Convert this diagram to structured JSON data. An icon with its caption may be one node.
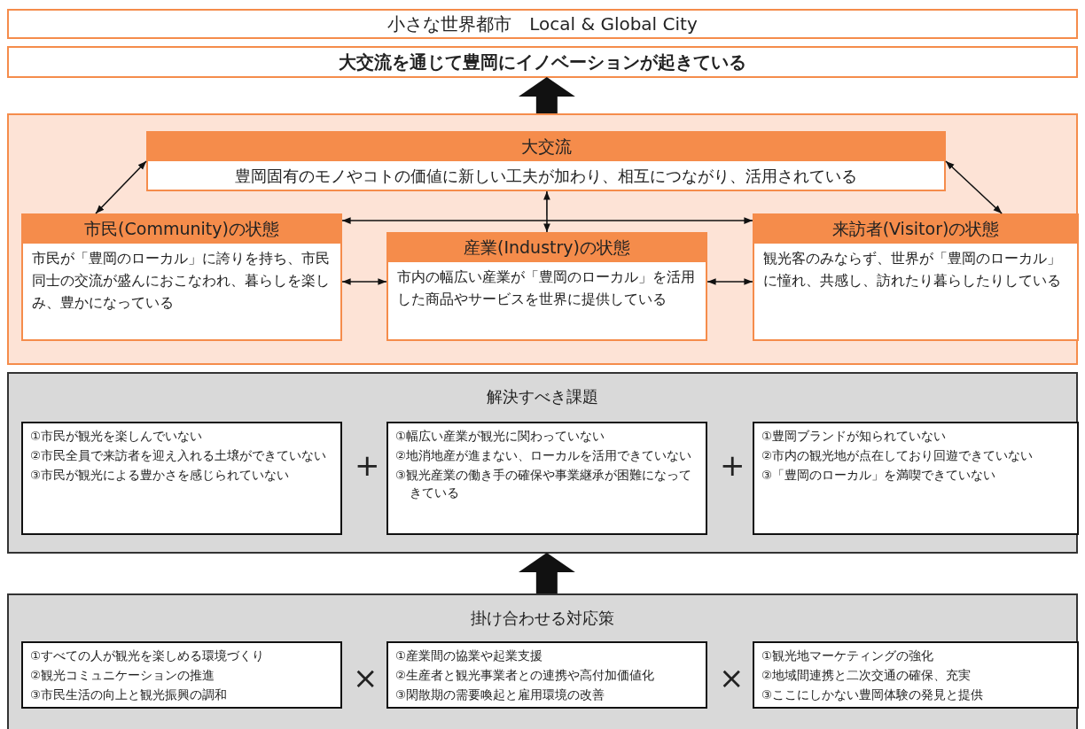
{
  "diagram": {
    "nodes": [
      {
        "text": [
          "小さな世界都市　Local & Global City"
        ]
      },
      {
        "text": [
          "大交流を通じて豊岡にイノベーションが起きている"
        ]
      },
      {
        "text": [],
        "shape": "box"
      },
      {
        "text": [
          "大交流",
          "豊岡固有のモノやコトの価値に新しい工夫が加わり、相互につながり、活用されている"
        ],
        "in": 2
      },
      {
        "text": [
          "市民(Community)の状態",
          "市民が「豊岡のローカル」に誇りを持ち、市民同士の交流が盛んにおこなわれ、暮らしを楽しみ、豊かになっている"
        ],
        "in": 2
      },
      {
        "text": [
          "産業(Industry)の状態",
          "市内の幅広い産業が「豊岡のローカル」を活用した商品やサービスを世界に提供している"
        ],
        "in": 2
      },
      {
        "text": [
          "来訪者(Visitor)の状態",
          "観光客のみならず、世界が「豊岡のローカル」に憧れ、共感し、訪れたり暮らしたりしている"
        ],
        "in": 2
      },
      {
        "text": [
          "解決すべき課題"
        ]
      },
      {
        "text": [
          "①市民が観光を楽しんでいない",
          "②市民全員で来訪者を迎え入れる土壌ができていない",
          "③市民が観光による豊かさを感じられていない"
        ],
        "in": 7
      },
      {
        "text": [
          "①幅広い産業が観光に関わっていない",
          "②地消地産が進まない、ローカルを活用できていない",
          "③観光産業の働き手の確保や事業継承が困難になってきている"
        ],
        "in": 7
      },
      {
        "text": [
          "①豊岡ブランドが知られていない",
          "②市内の観光地が点在しており回遊できていない",
          "③「豊岡のローカル」を満喫できていない"
        ],
        "in": 7
      },
      {
        "text": [
          "掛け合わせる対応策"
        ]
      },
      {
        "text": [
          "①すべての人が観光を楽しめる環境づくり",
          "②観光コミュニケーションの推進",
          "③市民生活の向上と観光振興の調和"
        ],
        "in": 11
      },
      {
        "text": [
          "①産業間の協業や起業支援",
          "②生産者と観光事業者との連携や高付加価値化",
          "③閑散期の需要喚起と雇用環境の改善"
        ],
        "in": 11
      },
      {
        "text": [
          "①観光地マーケティングの強化",
          "②地域間連携と二次交通の確保、充実",
          "③ここにしかない豊岡体験の発見と提供"
        ],
        "in": 11
      }
    ],
    "edges": [
      {
        "from": 2,
        "to": 1,
        "arrow": "to",
        "style": "thick"
      },
      {
        "from": 3,
        "to": 4,
        "arrow": "both"
      },
      {
        "from": 3,
        "to": 6,
        "arrow": "both"
      },
      {
        "from": 4,
        "to": 6,
        "arrow": "both"
      },
      {
        "from": 3,
        "to": 5,
        "arrow": "both"
      },
      {
        "from": 4,
        "to": 5,
        "arrow": "both"
      },
      {
        "from": 5,
        "to": 6,
        "arrow": "both"
      },
      {
        "from": 11,
        "to": 7,
        "arrow": "to",
        "style": "thick"
      }
    ],
    "labels": [
      "+",
      "+",
      "×",
      "×"
    ]
  }
}
